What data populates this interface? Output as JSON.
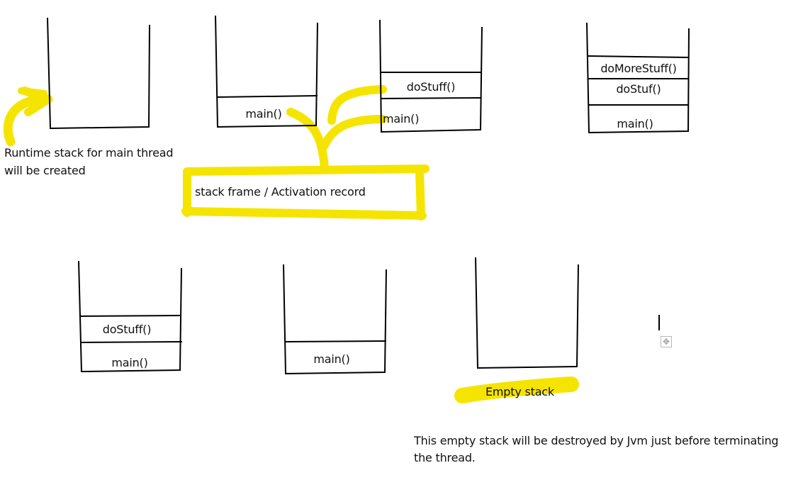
{
  "colors": {
    "highlight": "#f5e400",
    "ink": "#111111"
  },
  "annotations": {
    "runtime_stack_note_line1": "Runtime stack for main thread",
    "runtime_stack_note_line2": "will be created",
    "stack_frame_label": "stack frame / Activation record",
    "empty_stack_label": "Empty stack",
    "destroy_note_line1": "This empty stack will be destroyed by Jvm just before terminating",
    "destroy_note_line2": "the thread."
  },
  "stacks": [
    {
      "frames": []
    },
    {
      "frames": [
        "main()"
      ]
    },
    {
      "frames": [
        "doStuff()",
        "main()"
      ]
    },
    {
      "frames": [
        "doMoreStuff()",
        "doStuf()",
        "main()"
      ]
    },
    {
      "frames": [
        "doStuff()",
        "main()"
      ]
    },
    {
      "frames": [
        "main()"
      ]
    },
    {
      "frames": []
    }
  ],
  "icons": {
    "text_cursor": "text-caret-icon",
    "move_handle": "move-handle-icon"
  }
}
